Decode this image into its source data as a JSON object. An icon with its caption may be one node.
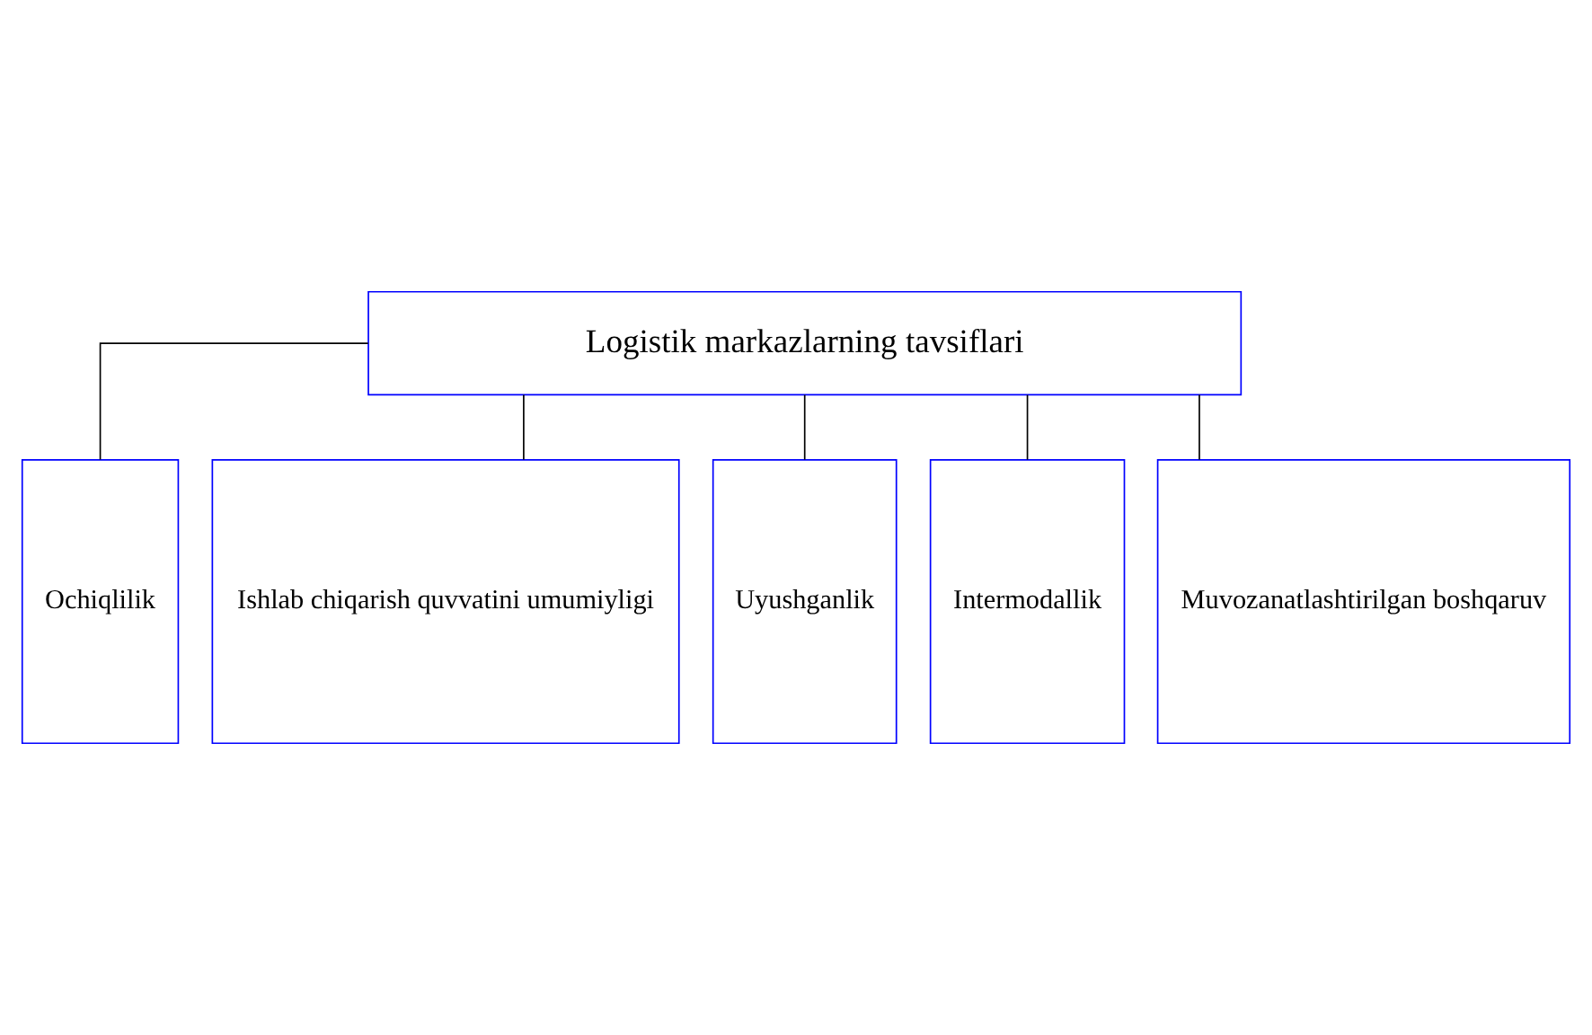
{
  "diagram": {
    "nodes": [
      {
        "text": [
          "Logistik markazlarning tavsiflari"
        ]
      },
      {
        "text": [
          "Ochiqlilik"
        ]
      },
      {
        "text": [
          "Ishlab chiqarish quvvatini umumiyligi"
        ]
      },
      {
        "text": [
          "Uyushganlik"
        ]
      },
      {
        "text": [
          "Intermodallik"
        ]
      },
      {
        "text": [
          "Muvozanatlashtirilgan boshqaruv"
        ]
      }
    ],
    "edges": [
      {
        "from": 0,
        "to": 1,
        "arrow": "none"
      },
      {
        "from": 0,
        "to": 2,
        "arrow": "none"
      },
      {
        "from": 0,
        "to": 3,
        "arrow": "none"
      },
      {
        "from": 0,
        "to": 4,
        "arrow": "none"
      },
      {
        "from": 0,
        "to": 5,
        "arrow": "none"
      }
    ]
  }
}
